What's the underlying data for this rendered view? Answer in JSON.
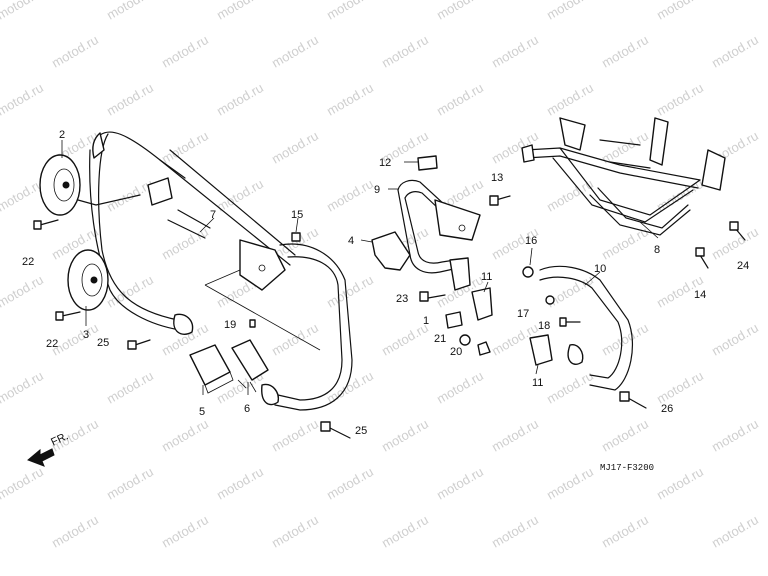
{
  "watermark": "motod.ru",
  "diagram_code": "MJ17-F3200",
  "direction_label": "FR.",
  "callouts": {
    "c1": "1",
    "c2": "2",
    "c3": "3",
    "c4": "4",
    "c5": "5",
    "c6": "6",
    "c7": "7",
    "c8": "8",
    "c9": "9",
    "c10": "10",
    "c11a": "11",
    "c11b": "11",
    "c12": "12",
    "c13": "13",
    "c14": "14",
    "c15": "15",
    "c16": "16",
    "c17": "17",
    "c18": "18",
    "c19": "19",
    "c20": "20",
    "c21": "21",
    "c22a": "22",
    "c22b": "22",
    "c23": "23",
    "c24": "24",
    "c25a": "25",
    "c25b": "25",
    "c26": "26"
  }
}
